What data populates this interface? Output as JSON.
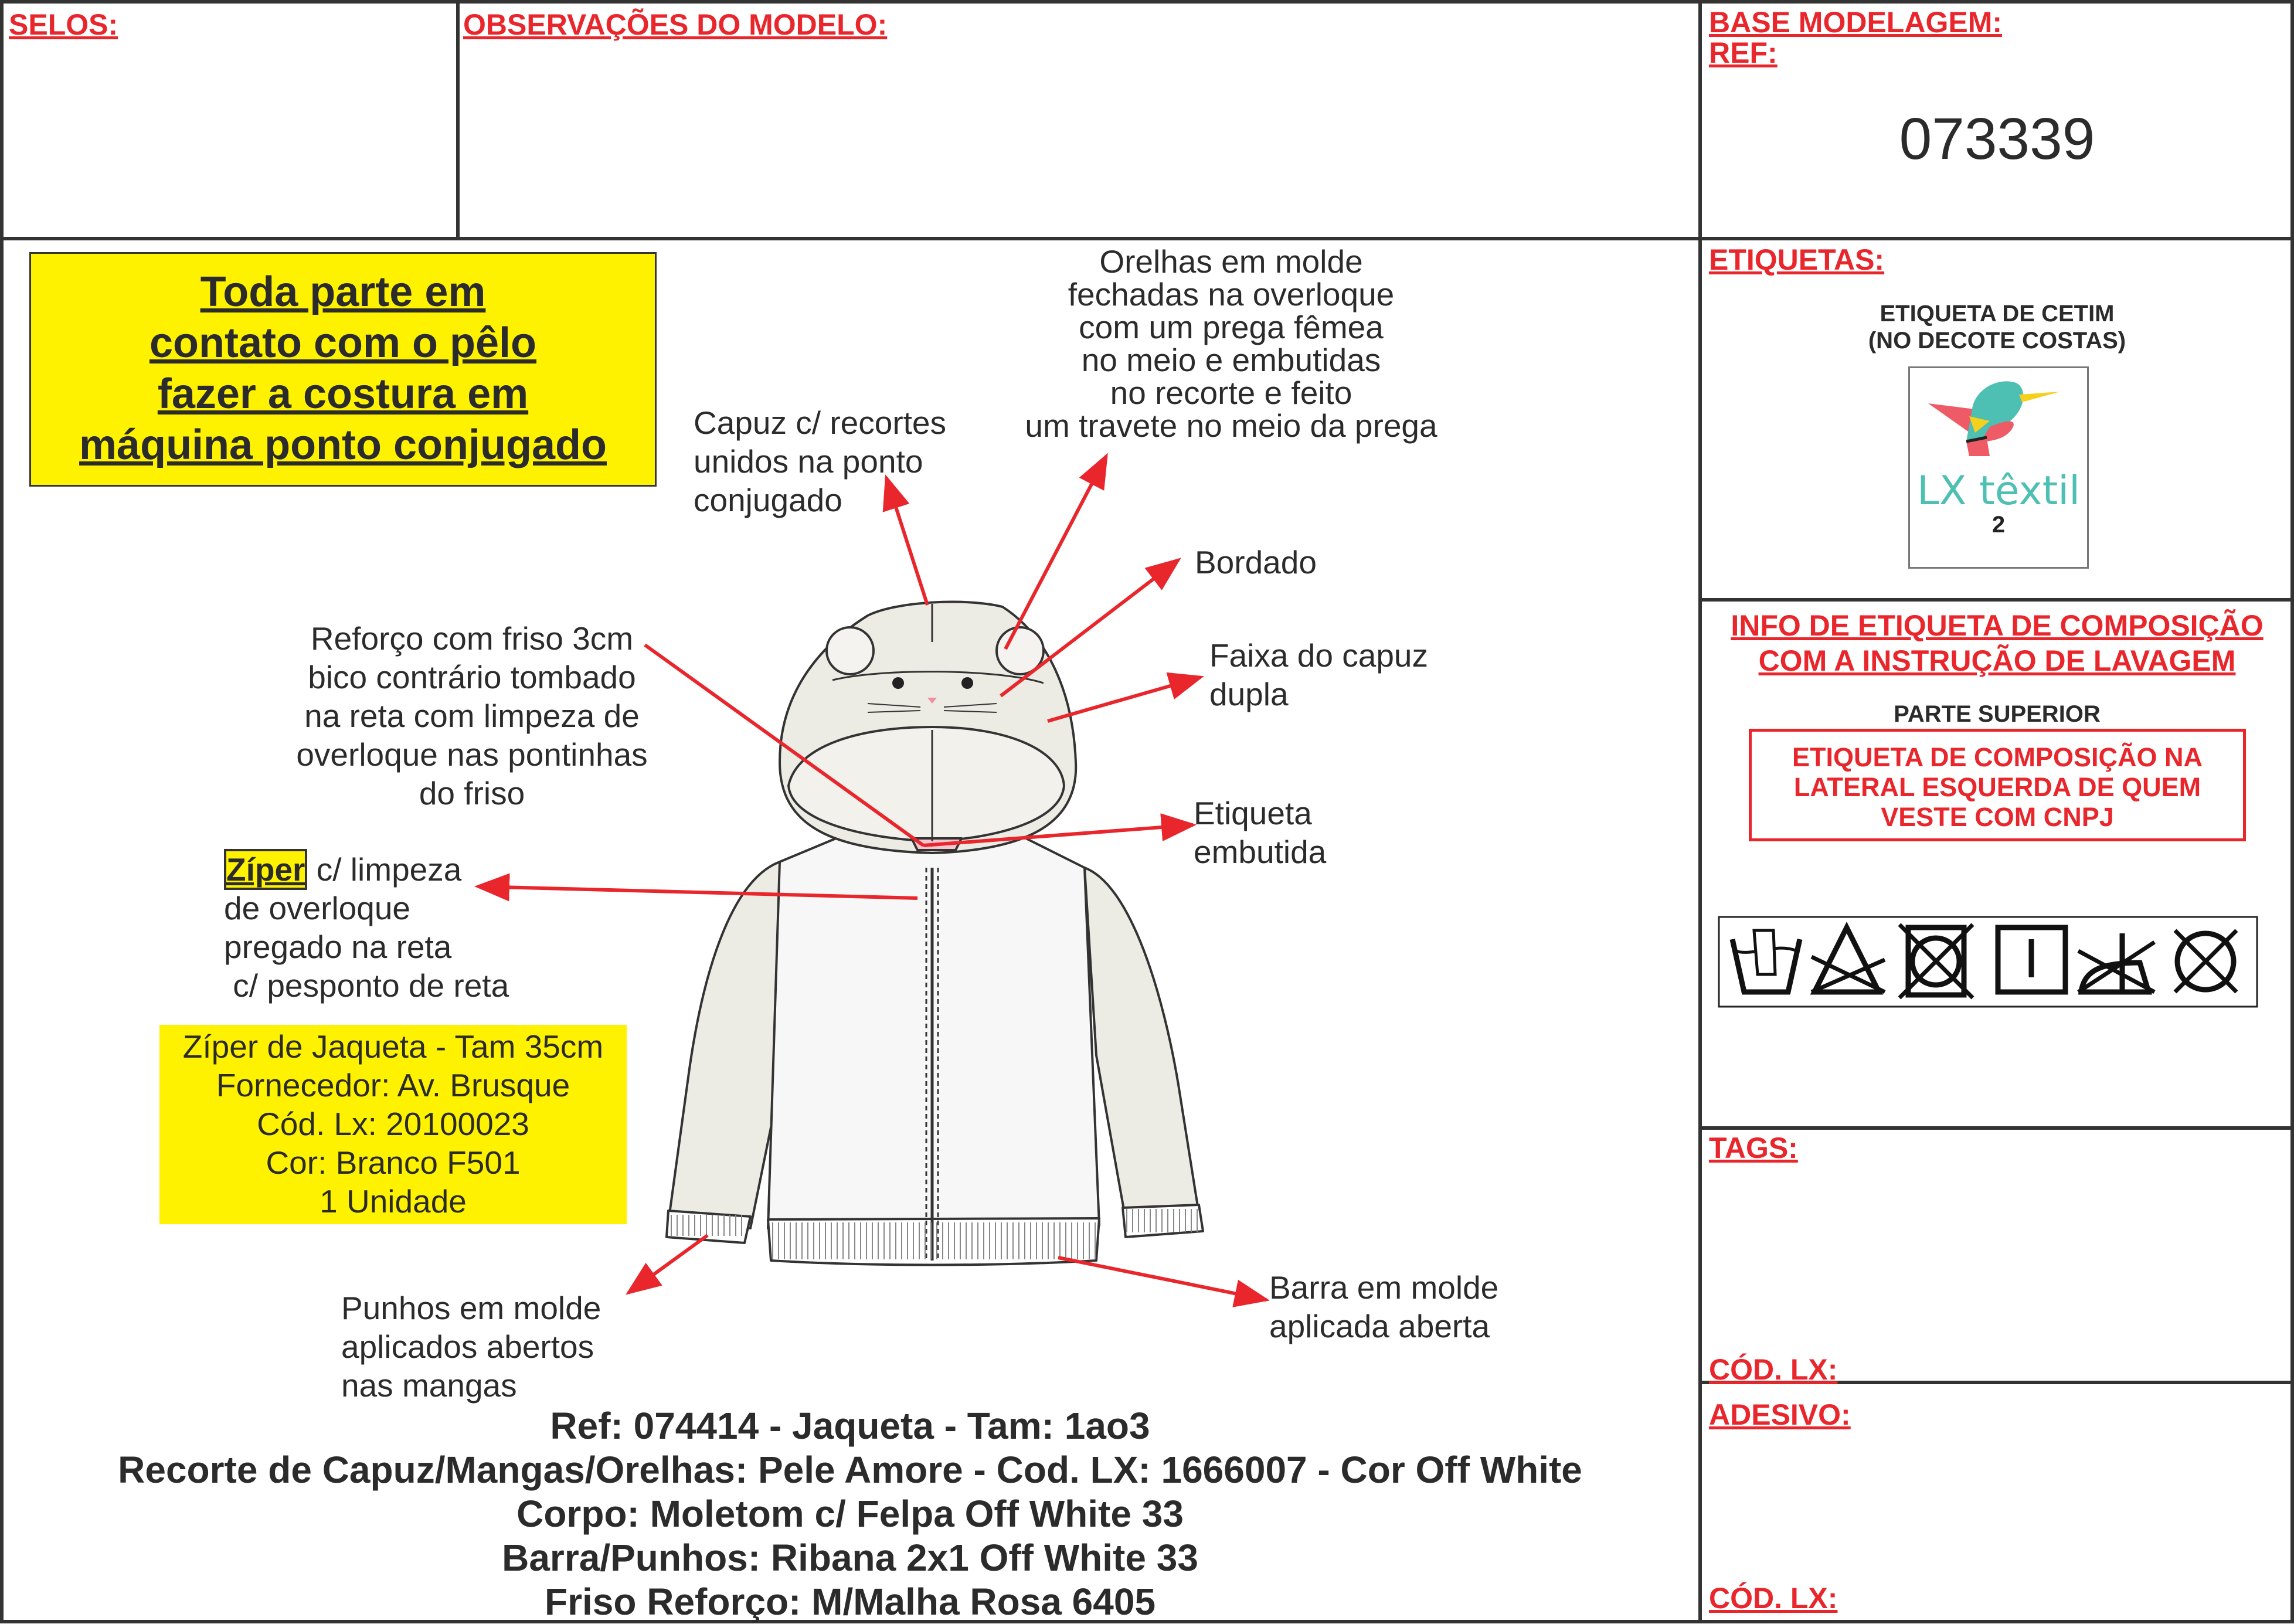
{
  "header": {
    "selos_label": "SELOS:",
    "observacoes_label": "OBSERVAÇÕES DO MODELO:",
    "base_modelagem_label": "BASE MODELAGEM:",
    "ref_label": "REF:",
    "ref_value": "073339"
  },
  "notes": {
    "warning_lines": [
      "Toda parte em",
      "contato com o pêlo",
      "fazer a costura em",
      "máquina ponto conjugado"
    ],
    "capuz": [
      "Capuz c/ recortes",
      "unidos na ponto",
      "conjugado"
    ],
    "orelhas": [
      "Orelhas em molde",
      "fechadas na overloque",
      "com um prega fêmea",
      "no meio e embutidas",
      "no recorte e feito",
      "um travete no meio da prega"
    ],
    "bordado": "Bordado",
    "faixa": [
      "Faixa do capuz",
      "dupla"
    ],
    "reforco": [
      "Reforço com friso 3cm",
      "bico contrário tombado",
      "na reta com limpeza de",
      "overloque nas pontinhas",
      "do friso"
    ],
    "etiqueta_embutida": [
      "Etiqueta",
      "embutida"
    ],
    "ziper_word": "Zíper",
    "ziper": [
      " c/ limpeza",
      "de overloque",
      "pregado na reta",
      " c/ pesponto de reta"
    ],
    "ziper_spec": [
      "Zíper de Jaqueta - Tam 35cm",
      "Fornecedor: Av. Brusque",
      "Cód. Lx: 20100023",
      "Cor: Branco F501",
      "1 Unidade"
    ],
    "punhos": [
      "Punhos em molde",
      "aplicados abertos",
      "nas mangas"
    ],
    "barra": [
      "Barra em molde",
      "aplicada aberta"
    ]
  },
  "footer_lines": [
    "Ref: 074414 - Jaqueta - Tam: 1ao3",
    "Recorte de Capuz/Mangas/Orelhas: Pele Amore - Cod. LX: 1666007 - Cor Off White",
    "Corpo: Moletom c/ Felpa Off White 33",
    "Barra/Punhos: Ribana 2x1 Off White 33",
    "Friso Reforço: M/Malha Rosa 6405"
  ],
  "sidebar": {
    "etiquetas_label": "ETIQUETAS:",
    "etiqueta_cetim": [
      "ETIQUETA DE CETIM",
      "(NO DECOTE COSTAS)"
    ],
    "logo_text": "LX têxtil",
    "logo_number": "2",
    "info_heading": [
      "INFO DE ETIQUETA DE COMPOSIÇÃO",
      "COM A INSTRUÇÃO DE LAVAGEM"
    ],
    "parte_superior": "PARTE SUPERIOR",
    "composicao_note": [
      "ETIQUETA DE COMPOSIÇÃO NA",
      "LATERAL ESQUERDA DE QUEM",
      "VESTE COM CNPJ"
    ],
    "care_symbols": [
      "hand-wash-icon",
      "no-bleach-icon",
      "no-tumble-dry-icon",
      "line-dry-icon",
      "no-iron-icon",
      "no-dry-clean-icon"
    ],
    "tags_label": "TAGS:",
    "tags_cod_label": "CÓD. LX:",
    "adesivo_label": "ADESIVO:",
    "adesivo_cod_label": "CÓD. LX:"
  },
  "colors": {
    "accent_red": "#e8262c",
    "highlight_yellow": "#fff200",
    "logo_teal": "#4dbfb3"
  }
}
